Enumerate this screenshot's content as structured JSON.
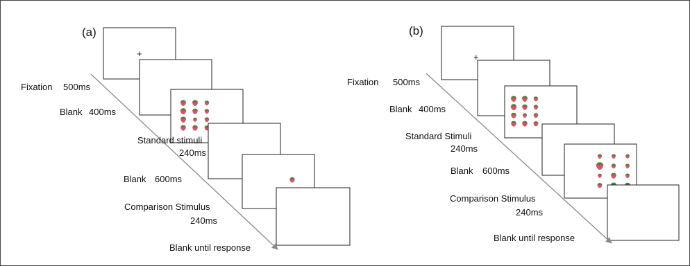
{
  "panels": [
    {
      "label": "(a)",
      "fixation_symbol": "+",
      "steps": [
        {
          "name": "Fixation",
          "duration": "500ms"
        },
        {
          "name": "Blank",
          "duration": "400ms"
        },
        {
          "name": "Standard stimuli",
          "duration": "240ms"
        },
        {
          "name": "Blank",
          "duration": "600ms"
        },
        {
          "name": "Comparison Stimulus",
          "duration": "240ms"
        },
        {
          "name": "Blank until response",
          "duration": ""
        }
      ]
    },
    {
      "label": "(b)",
      "fixation_symbol": "+",
      "steps": [
        {
          "name": "Fixation",
          "duration": "500ms"
        },
        {
          "name": "Blank",
          "duration": "400ms"
        },
        {
          "name": "Standard Stimuli",
          "duration": "240ms"
        },
        {
          "name": "Blank",
          "duration": "600ms"
        },
        {
          "name": "Comparison Stimulus",
          "duration": "240ms"
        },
        {
          "name": "Blank until response",
          "duration": ""
        }
      ]
    }
  ],
  "colors": {
    "frame_border": "#222222",
    "arrow": "#8a8a8a",
    "strawberry": "#e04e6a",
    "strawberry_leaf": "#3c8a3a"
  }
}
